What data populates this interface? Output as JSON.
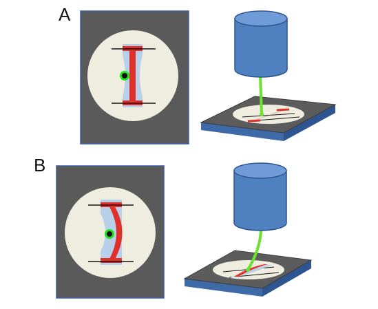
{
  "panels": [
    {
      "label": "A",
      "configuration": "straight"
    },
    {
      "label": "B",
      "configuration": "curved"
    }
  ],
  "colors": {
    "background": "#ffffff",
    "chamber_frame": "#5a5a5a",
    "chamber_border": "#3b5fa0",
    "dish": "#efece0",
    "sample_red": "#e0302a",
    "sample_blue": "#b9d0ea",
    "clamp_line": "#111111",
    "laser_dot": "#1ee21e",
    "laser_beam": "#6be22e",
    "objective_body": "#4f80c0",
    "objective_top": "#6f9bd6",
    "objective_edge": "#2e5590",
    "stage_top": "#5c5c5c",
    "stage_side": "#3f6aa8"
  },
  "icons": [
    "laser-dot",
    "objective-lens",
    "microscope-stage",
    "sample-strip"
  ]
}
